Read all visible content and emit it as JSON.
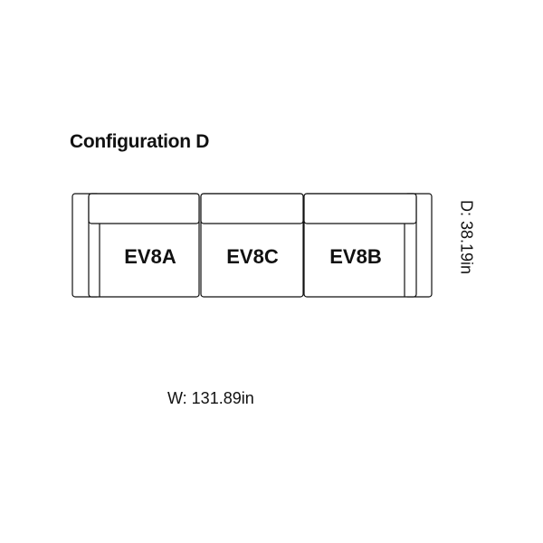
{
  "title": "Configuration D",
  "modules": [
    {
      "label": "EV8A"
    },
    {
      "label": "EV8C"
    },
    {
      "label": "EV8B"
    }
  ],
  "dimensions": {
    "depth": "D: 38.19in",
    "width": "W: 131.89in"
  },
  "colors": {
    "stroke": "#111111",
    "background": "#ffffff"
  }
}
